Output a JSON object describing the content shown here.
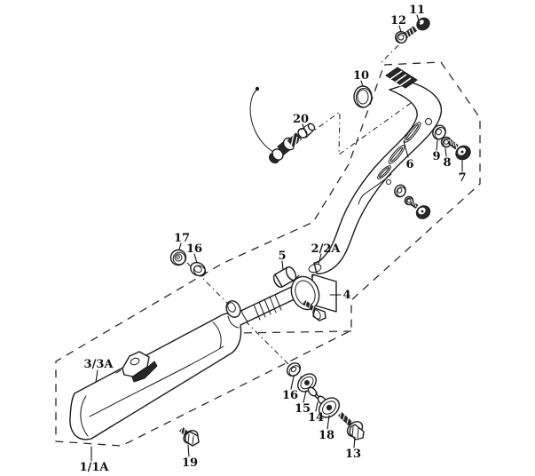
{
  "colors": {
    "background": "#ffffff",
    "line": "#1b1b1b"
  },
  "callouts": [
    {
      "id": "c11",
      "ref": "11"
    },
    {
      "id": "c12",
      "ref": "12"
    },
    {
      "id": "c10",
      "ref": "10"
    },
    {
      "id": "c20",
      "ref": "20"
    },
    {
      "id": "c6",
      "ref": "6"
    },
    {
      "id": "c9",
      "ref": "9"
    },
    {
      "id": "c8",
      "ref": "8"
    },
    {
      "id": "c7",
      "ref": "7"
    },
    {
      "id": "c17",
      "ref": "17"
    },
    {
      "id": "c16-upper",
      "ref": "16"
    },
    {
      "id": "c5",
      "ref": "5"
    },
    {
      "id": "c2",
      "ref": "2/2A"
    },
    {
      "id": "c4",
      "ref": "4"
    },
    {
      "id": "c3",
      "ref": "3/3A"
    },
    {
      "id": "c16-lower",
      "ref": "16"
    },
    {
      "id": "c15",
      "ref": "15"
    },
    {
      "id": "c14",
      "ref": "14"
    },
    {
      "id": "c18",
      "ref": "18"
    },
    {
      "id": "c13",
      "ref": "13"
    },
    {
      "id": "c19",
      "ref": "19"
    },
    {
      "id": "c1",
      "ref": "1/1A"
    }
  ]
}
